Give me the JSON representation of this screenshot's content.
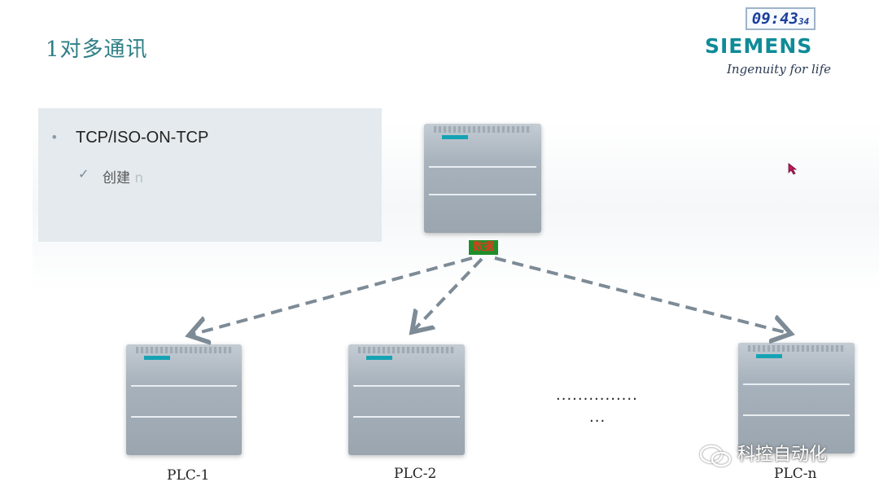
{
  "slide": {
    "title": "1对多通讯",
    "clock": {
      "time": "09:43",
      "seconds": "34"
    },
    "brand": {
      "name": "SIEMENS",
      "tagline": "Ingenuity for life"
    }
  },
  "content": {
    "bullet": "TCP/ISO-ON-TCP",
    "sub_item": "创建",
    "sub_item_faded": " n"
  },
  "diagram": {
    "data_tag": "数据",
    "plcs": [
      "PLC-1",
      "PLC-2",
      "PLC-n"
    ],
    "ellipsis_long": "...............",
    "ellipsis_short": "..."
  },
  "watermark": "科控自动化",
  "colors": {
    "title": "#2f7f86",
    "brand": "#0f8b98",
    "arrow": "#7d8b96",
    "plc_logo": "#16a3b3"
  }
}
